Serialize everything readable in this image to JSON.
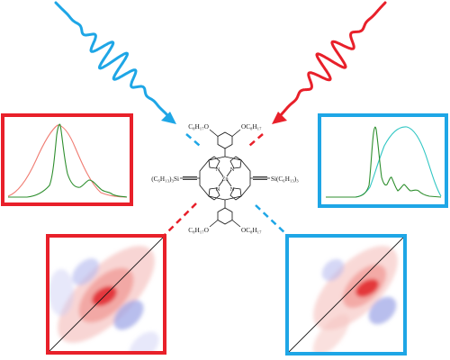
{
  "colors": {
    "red": "#e8202a",
    "blue": "#1ea6e6",
    "green": "#2f8f2f",
    "cyan": "#2fc6c3",
    "salmon": "#f07c72",
    "black": "#111111"
  },
  "molecule": {
    "metal": "Zn",
    "nitrogen": "N",
    "top_substituent_left": "C₈H₁₇O",
    "top_substituent_right": "OC₈H₁₇",
    "bottom_substituent_left": "C₈H₁₇O",
    "bottom_substituent_right": "OC₈H₁₇",
    "left_silyl": "(C₆H₁₃)₃Si",
    "right_silyl": "Si(C₆H₁₃)₃"
  },
  "pulses": {
    "left": {
      "color_name": "blue",
      "oscillation_count": 9
    },
    "right": {
      "color_name": "red",
      "oscillation_count": 8
    }
  },
  "spectra": {
    "left_panel": {
      "frame_color": "red",
      "traces": [
        "salmon",
        "green"
      ]
    },
    "right_panel": {
      "frame_color": "blue",
      "traces": [
        "cyan",
        "green"
      ]
    }
  },
  "maps_2d": {
    "left_panel": {
      "frame_color": "red",
      "diagonal": true
    },
    "right_panel": {
      "frame_color": "blue",
      "diagonal": true
    }
  }
}
